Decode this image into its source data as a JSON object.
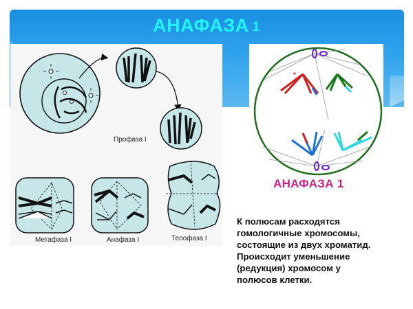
{
  "header": {
    "title_main": "АНАФАЗА",
    "title_num": "1",
    "colors": {
      "title": "#1ff4f6",
      "bar_top": "#1a8ee0",
      "bar_bottom": "#5cb8f0"
    }
  },
  "left_figure": {
    "captions": {
      "prophase": "Профаза I",
      "metaphase": "Метафаза I",
      "anaphase": "Анафаза I",
      "telophase": "Телофаза I"
    },
    "colors": {
      "cell_fill": "#c6e6e8",
      "outline": "#1a1a1a"
    }
  },
  "right_figure": {
    "caption": "АНАФАЗА 1",
    "colors": {
      "caption": "#cc1f86",
      "cell_outline": "#1f6e1f",
      "centriole": "#6a22c8",
      "chromosome_red": "#d01f1f",
      "chromosome_green": "#1a7a1a",
      "chromosome_blue": "#1f6fd0",
      "chromosome_cyan": "#2fd8e0"
    }
  },
  "description": {
    "lines": [
      "К полюсам расходятся",
      "гомологичные хромосомы,",
      "состоящие из двух хроматид.",
      "Происходит уменьшение",
      "(редукция) хромосом у",
      "полюсов клетки."
    ]
  }
}
